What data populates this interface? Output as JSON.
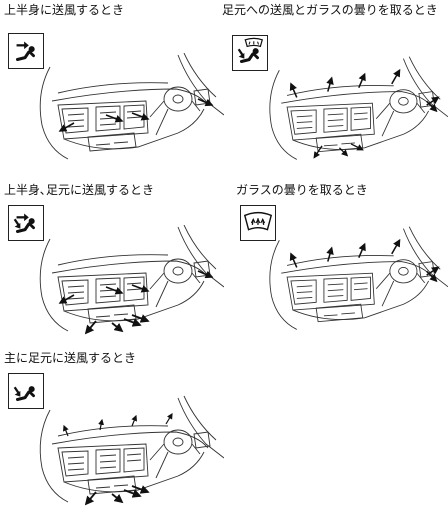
{
  "modes": [
    {
      "id": "face",
      "caption": "上半身に送風するとき",
      "icon": "face-vent-icon",
      "flow": "face"
    },
    {
      "id": "bilevel-defog",
      "caption": "足元への送風とガラスの曇りを取るとき",
      "icon": "foot-defog-icon",
      "flow": "foot-defog"
    },
    {
      "id": "bilevel",
      "caption": "上半身､足元に送風するとき",
      "icon": "bilevel-icon",
      "flow": "bilevel"
    },
    {
      "id": "defrost",
      "caption": "ガラスの曇りを取るとき",
      "icon": "defrost-icon",
      "flow": "defrost"
    },
    {
      "id": "foot",
      "caption": "主に足元に送風するとき",
      "icon": "foot-vent-icon",
      "flow": "foot"
    }
  ]
}
